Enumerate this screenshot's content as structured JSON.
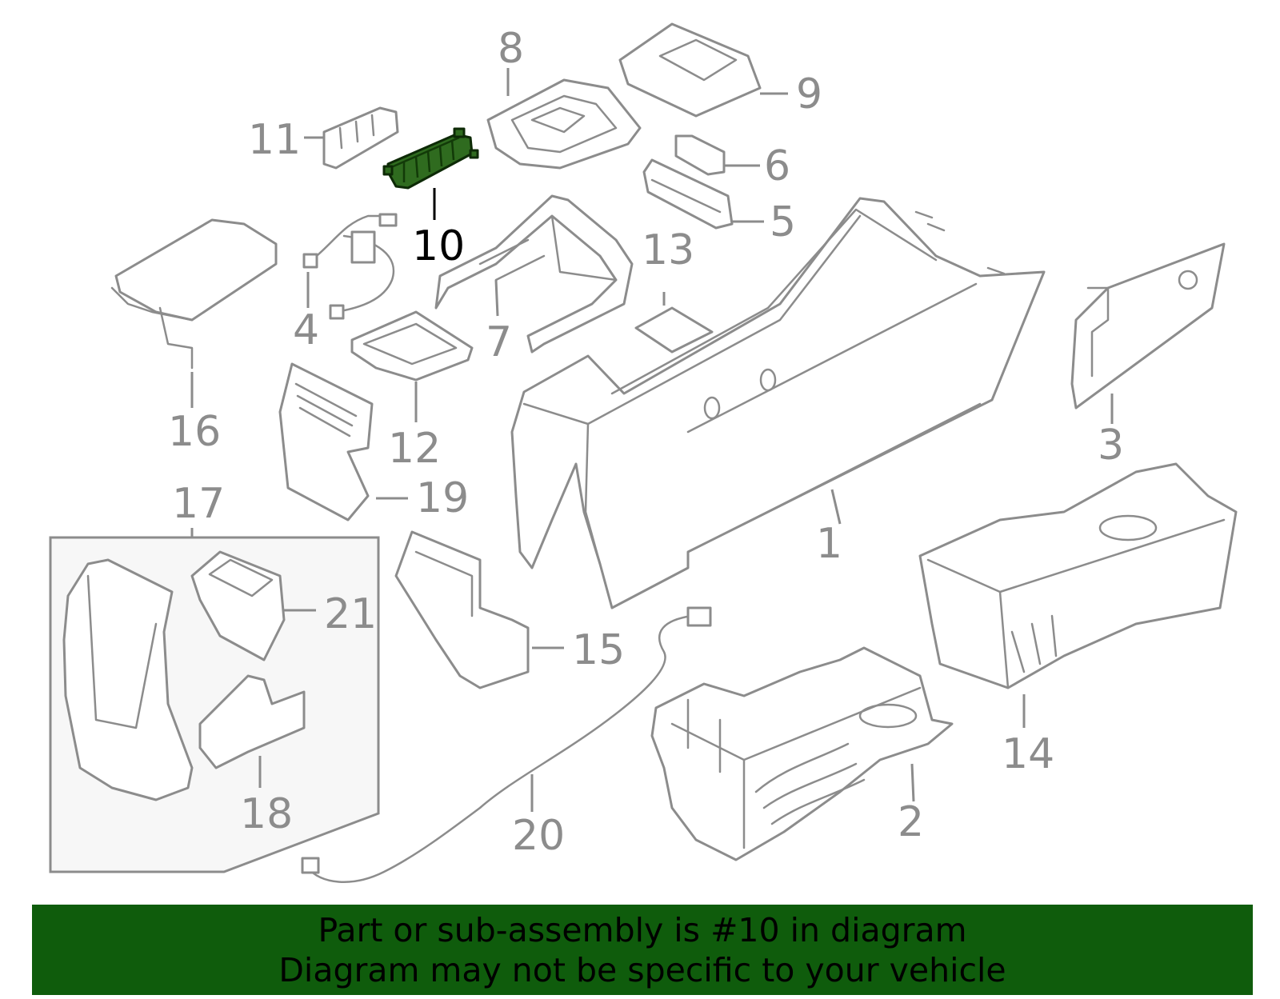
{
  "callouts": {
    "c1": "1",
    "c2": "2",
    "c3": "3",
    "c4": "4",
    "c5": "5",
    "c6": "6",
    "c7": "7",
    "c8": "8",
    "c9": "9",
    "c10": "10",
    "c11": "11",
    "c12": "12",
    "c13": "13",
    "c14": "14",
    "c15": "15",
    "c16": "16",
    "c17": "17",
    "c18": "18",
    "c19": "19",
    "c20": "20",
    "c21": "21"
  },
  "highlighted_part": "10",
  "colors": {
    "highlight": "#2f6b1f",
    "banner": "#0f5c0c",
    "linework": "#8c8c8c"
  },
  "banner": {
    "line1": "Part or sub-assembly is #10 in diagram",
    "line2": "Diagram may not be specific to your vehicle"
  }
}
